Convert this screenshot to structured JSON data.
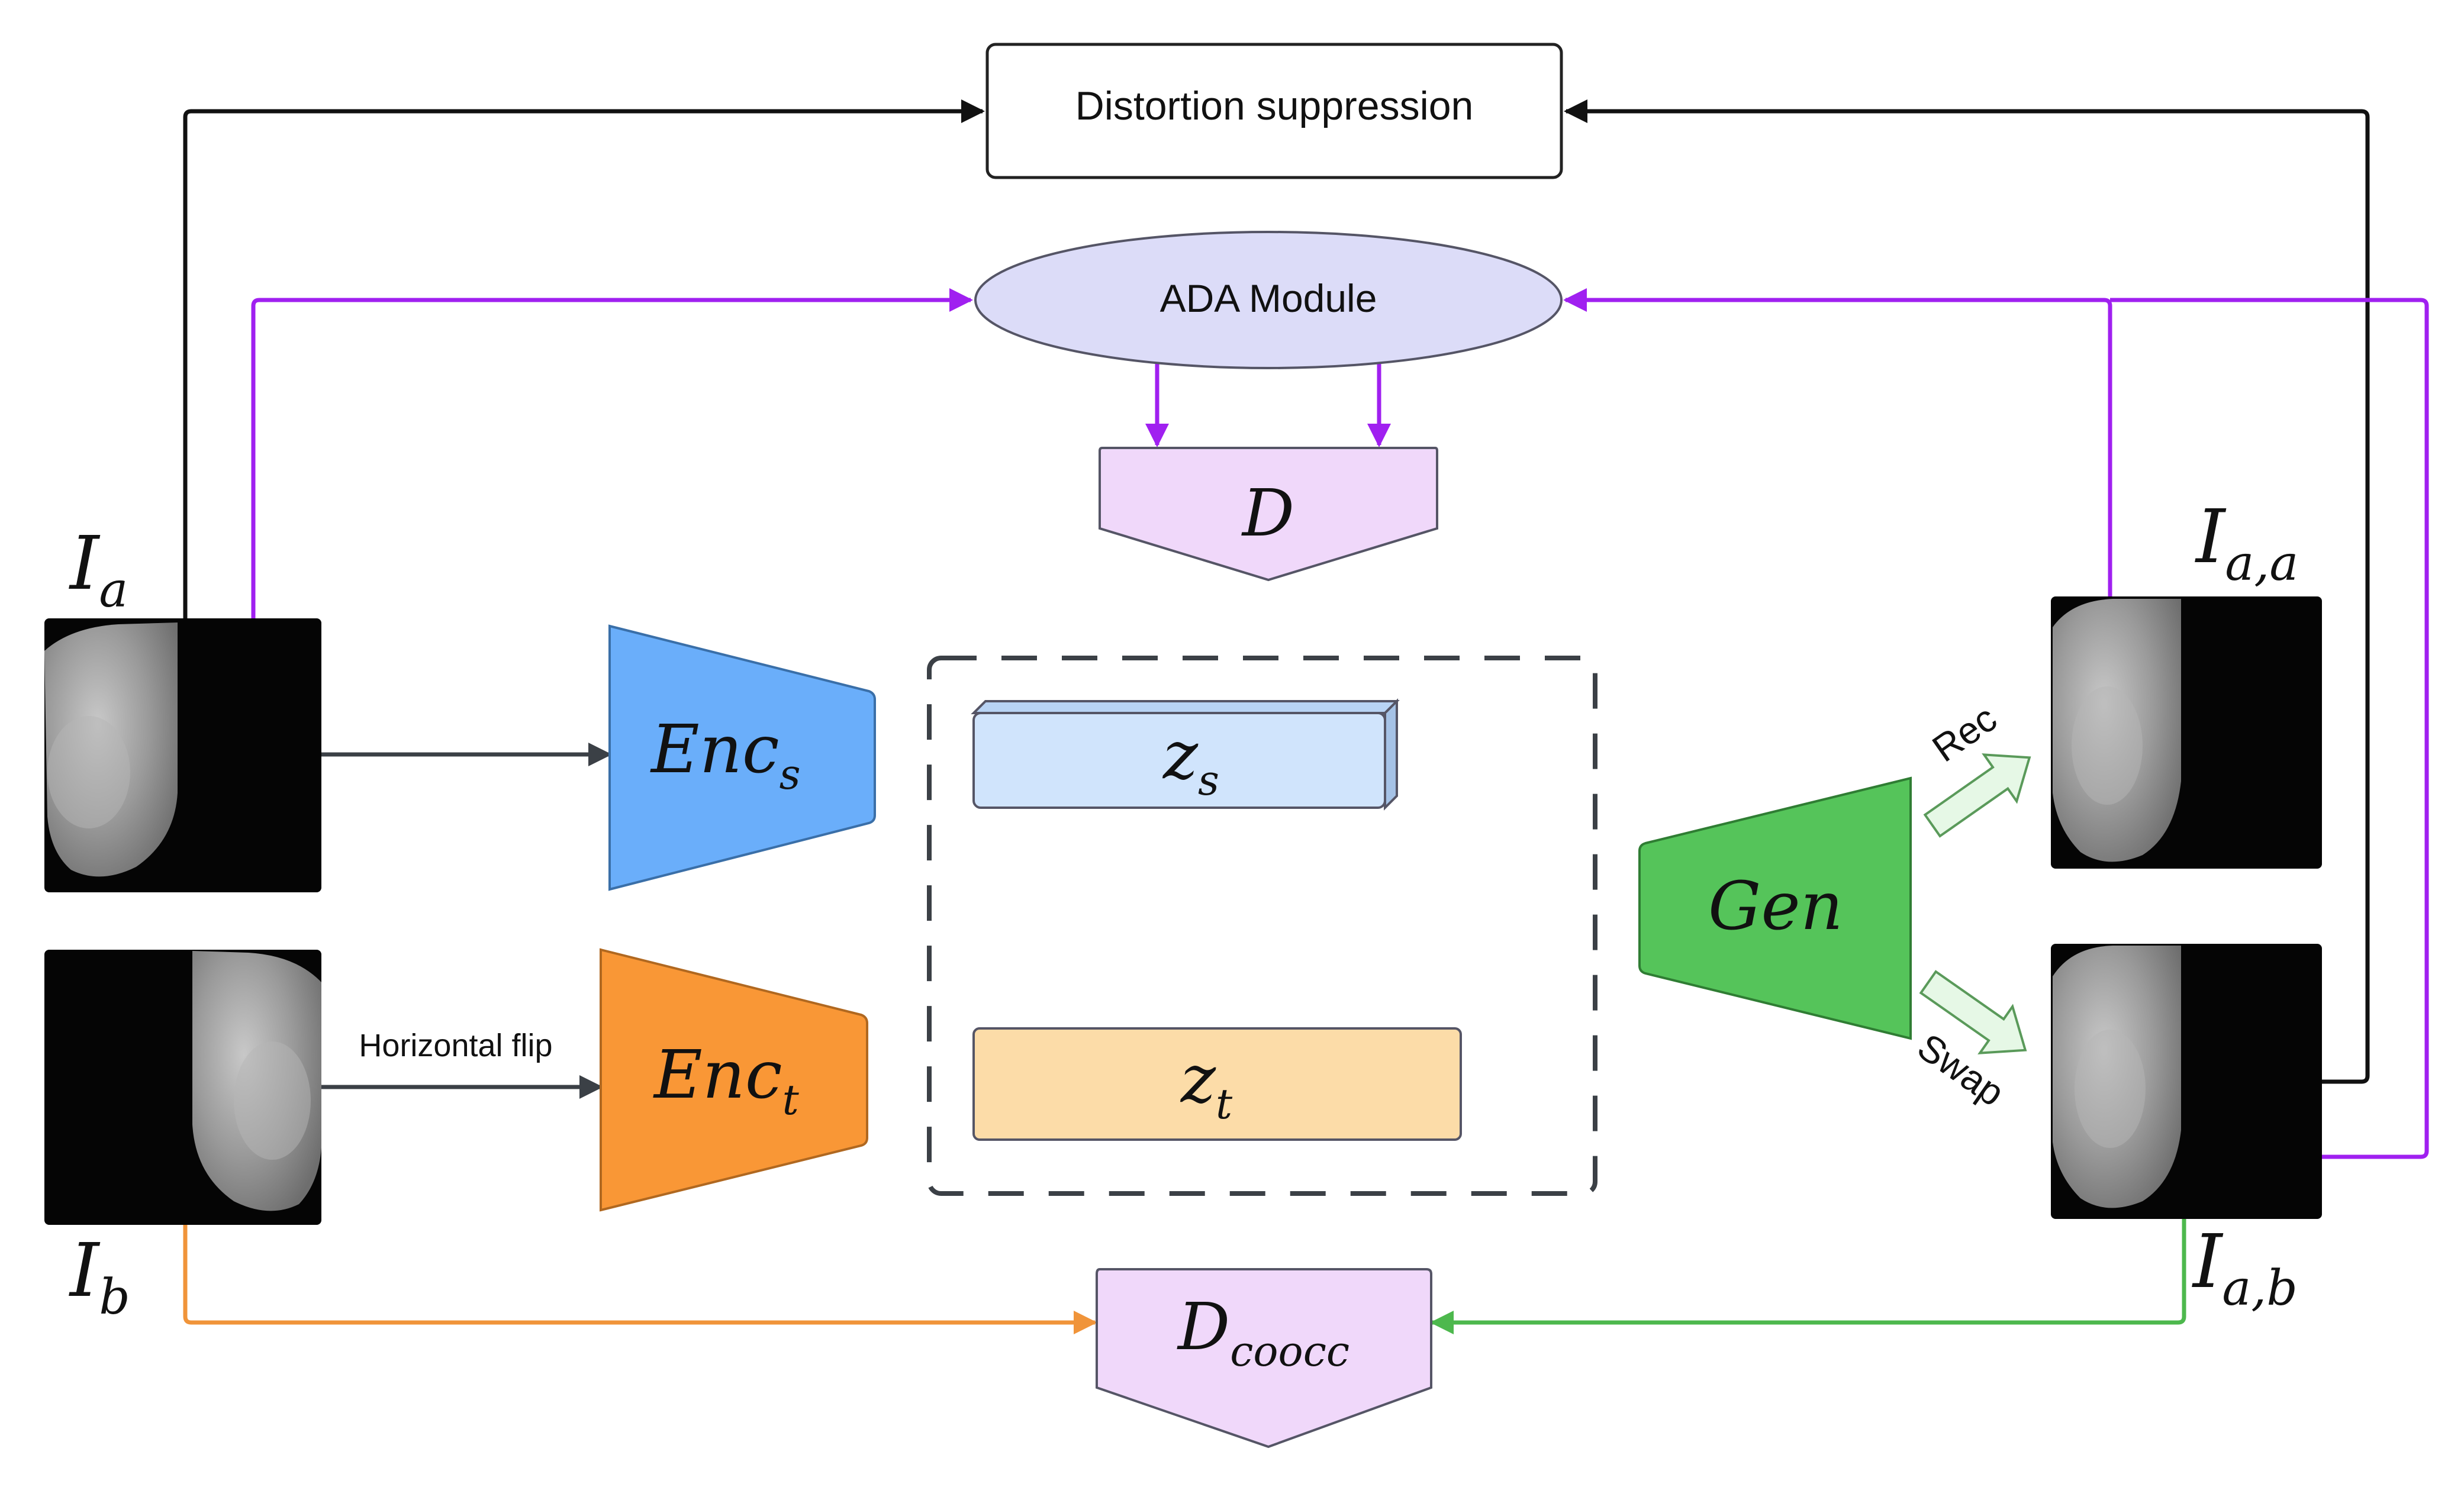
{
  "boxes": {
    "distortion": "Distortion suppression",
    "ada": "ADA Module",
    "d": "D",
    "d_coocc_main": "D",
    "d_coocc_sub": "coocc"
  },
  "encoders": {
    "enc_s_main": "Enc",
    "enc_s_sub": "s",
    "enc_t_main": "Enc",
    "enc_t_sub": "t",
    "gen": "Gen"
  },
  "latents": {
    "z_s_main": "z",
    "z_s_sub": "s",
    "z_t_main": "z",
    "z_t_sub": "t"
  },
  "images": {
    "i_a_main": "I",
    "i_a_sub": "a",
    "i_b_main": "I",
    "i_b_sub": "b",
    "i_aa_main": "I",
    "i_aa_sub": "a,a",
    "i_ab_main": "I",
    "i_ab_sub": "a,b"
  },
  "edge_labels": {
    "flip": "Horizontal flip",
    "rec": "Rec",
    "swap": "Swap"
  },
  "colors": {
    "purple": "#A020F0",
    "orange": "#F0943A",
    "green": "#4DB84D",
    "black": "#111111",
    "enc_s": "#6AAEFA",
    "enc_t": "#F99736",
    "gen": "#55C45A",
    "disc": "#F0D8FA",
    "ada": "#DCDCF8",
    "z_s": "#D0E4FC",
    "z_t": "#FCDCA8"
  }
}
